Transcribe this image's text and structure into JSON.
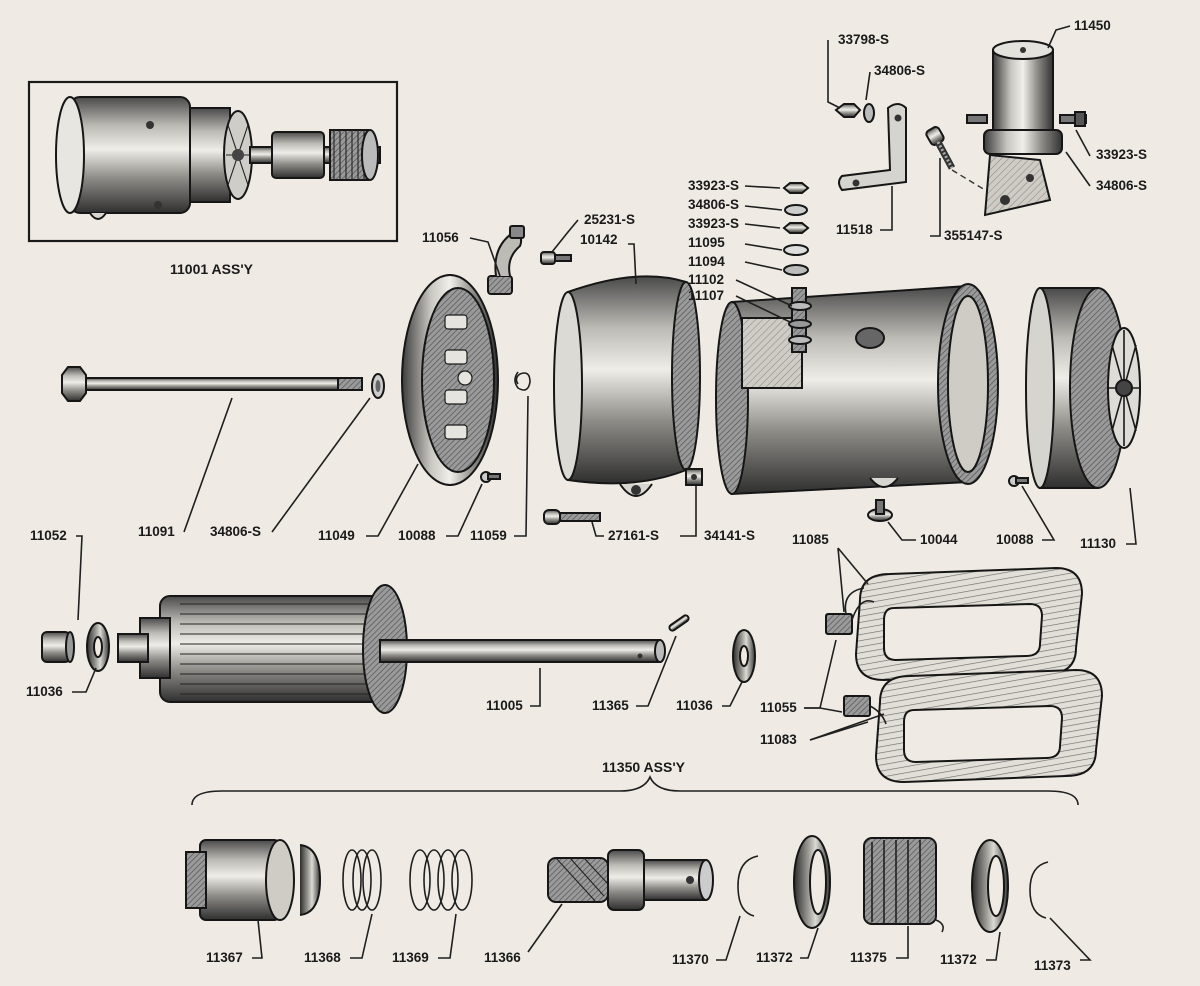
{
  "captions": {
    "starter_assembly": "11001 ASS'Y",
    "drive_assembly": "11350 ASS'Y"
  },
  "labels": {
    "p33798s": "33798-S",
    "p34806s_a": "34806-S",
    "p11450": "11450",
    "p33923s_a": "33923-S",
    "p34806s_b": "34806-S",
    "p11518": "11518",
    "p355147s": "355147-S",
    "p33923s_b": "33923-S",
    "p34806s_c": "34806-S",
    "p33923s_c": "33923-S",
    "p11095": "11095",
    "p11094": "11094",
    "p11102": "11102",
    "p11107": "11107",
    "p11056": "11056",
    "p25231s": "25231-S",
    "p10142": "10142",
    "p11052": "11052",
    "p11091": "11091",
    "p34806s_d": "34806-S",
    "p11049": "11049",
    "p10088_a": "10088",
    "p11059": "11059",
    "p27161s": "27161-S",
    "p34141s": "34141-S",
    "p10044": "10044",
    "p10088_b": "10088",
    "p11130": "11130",
    "p11085": "11085",
    "p11036_a": "11036",
    "p11005": "11005",
    "p11365": "11365",
    "p11036_b": "11036",
    "p11055": "11055",
    "p11083": "11083",
    "p11367": "11367",
    "p11368": "11368",
    "p11369": "11369",
    "p11366": "11366",
    "p11370": "11370",
    "p11372_a": "11372",
    "p11375": "11375",
    "p11372_b": "11372",
    "p11373": "11373"
  },
  "colors": {
    "paper": "#efebe4",
    "ink": "#1a1a1a",
    "metal_dark": "#3a3a3a",
    "metal_mid": "#8a8a8a",
    "metal_light": "#d8d6d0"
  }
}
